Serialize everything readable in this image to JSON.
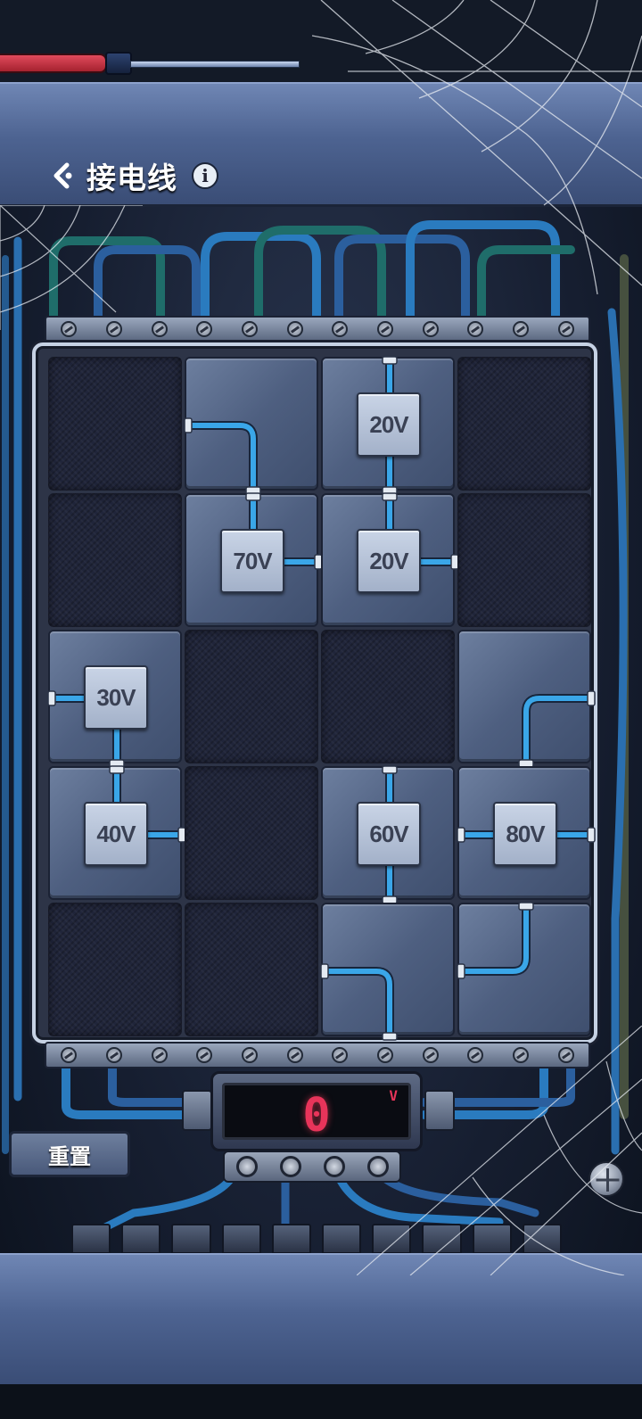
{
  "header": {
    "title": "接电线"
  },
  "icons": {
    "back": "chevron-left-icon",
    "info": "info-icon",
    "screwdriver": "screwdriver-icon"
  },
  "board": {
    "columns": 4,
    "rows": 5,
    "cells": [
      {
        "row": 0,
        "col": 0,
        "type": "empty"
      },
      {
        "row": 0,
        "col": 1,
        "type": "pipe",
        "pipe": "elbow-left-bottom"
      },
      {
        "row": 0,
        "col": 2,
        "type": "voltage",
        "label": "20V",
        "ports": [
          "top",
          "bottom"
        ]
      },
      {
        "row": 0,
        "col": 3,
        "type": "empty"
      },
      {
        "row": 1,
        "col": 0,
        "type": "empty"
      },
      {
        "row": 1,
        "col": 1,
        "type": "voltage",
        "label": "70V",
        "ports": [
          "top",
          "right"
        ]
      },
      {
        "row": 1,
        "col": 2,
        "type": "voltage",
        "label": "20V",
        "ports": [
          "top",
          "right"
        ]
      },
      {
        "row": 1,
        "col": 3,
        "type": "empty"
      },
      {
        "row": 2,
        "col": 0,
        "type": "voltage",
        "label": "30V",
        "ports": [
          "left",
          "bottom"
        ]
      },
      {
        "row": 2,
        "col": 1,
        "type": "empty"
      },
      {
        "row": 2,
        "col": 2,
        "type": "empty"
      },
      {
        "row": 2,
        "col": 3,
        "type": "pipe",
        "pipe": "elbow-right-bottom"
      },
      {
        "row": 3,
        "col": 0,
        "type": "voltage",
        "label": "40V",
        "ports": [
          "top",
          "right"
        ]
      },
      {
        "row": 3,
        "col": 1,
        "type": "empty"
      },
      {
        "row": 3,
        "col": 2,
        "type": "voltage",
        "label": "60V",
        "ports": [
          "top",
          "bottom"
        ]
      },
      {
        "row": 3,
        "col": 3,
        "type": "voltage",
        "label": "80V",
        "ports": [
          "left",
          "right"
        ]
      },
      {
        "row": 4,
        "col": 0,
        "type": "empty"
      },
      {
        "row": 4,
        "col": 1,
        "type": "empty"
      },
      {
        "row": 4,
        "col": 2,
        "type": "pipe",
        "pipe": "elbow-left-bottom"
      },
      {
        "row": 4,
        "col": 3,
        "type": "pipe",
        "pipe": "elbow-top-left"
      }
    ]
  },
  "meter": {
    "value": "0",
    "unit": "V"
  },
  "reset_button": {
    "label": "重置"
  },
  "colors": {
    "wire": "#3aa6e8",
    "display_digit": "#e8345a",
    "tile": "#56688a"
  }
}
